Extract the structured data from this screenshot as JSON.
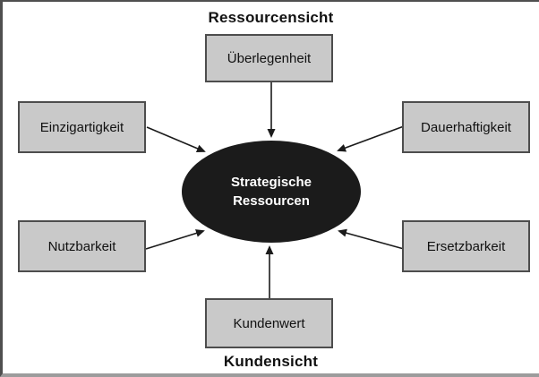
{
  "diagram": {
    "top_header": "Ressourcensicht",
    "bottom_header": "Kundensicht",
    "center": {
      "line1": "Strategische",
      "line2": "Ressourcen"
    },
    "nodes": {
      "top": "Überlegenheit",
      "left_top": "Einzigartigkeit",
      "right_top": "Dauerhaftigkeit",
      "left_bottom": "Nutzbarkeit",
      "right_bottom": "Ersetzbarkeit",
      "bottom": "Kundenwert"
    },
    "colors": {
      "box_fill": "#c9c9c9",
      "box_border": "#4d4d4d",
      "ellipse_fill": "#1b1b1b",
      "ellipse_text": "#ffffff",
      "arrow": "#1b1b1b",
      "text": "#111111",
      "background": "#ffffff"
    }
  }
}
